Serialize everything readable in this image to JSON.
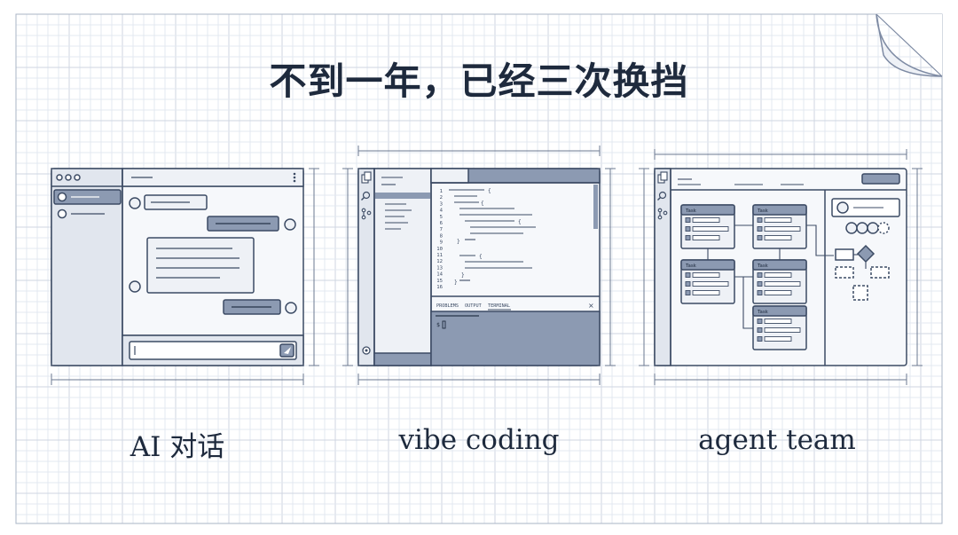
{
  "title": "不到一年，已经三次换挡",
  "panels": [
    {
      "label": "AI 对话"
    },
    {
      "label": "vibe coding"
    },
    {
      "label": "agent team"
    }
  ],
  "code_editor": {
    "line_numbers": [
      "1",
      "2",
      "3",
      "4",
      "5",
      "6",
      "7",
      "8",
      "9",
      "10",
      "11",
      "12",
      "13",
      "14",
      "15",
      "16"
    ],
    "panel_tabs": [
      "PROBLEMS",
      "OUTPUT",
      "TERMINAL"
    ],
    "close_glyph": "×",
    "prompt": "$",
    "brace_open": "{",
    "brace_close": "}"
  },
  "agent_board": {
    "task_labels": [
      "Task",
      "Task",
      "Task",
      "Task",
      "Task"
    ]
  },
  "colors": {
    "ink": "#3c4b64",
    "fill_dark": "#8c9ab2",
    "fill_light": "#e6eaf1",
    "grid": "#d9dfe9",
    "title": "#1e2a3d"
  }
}
